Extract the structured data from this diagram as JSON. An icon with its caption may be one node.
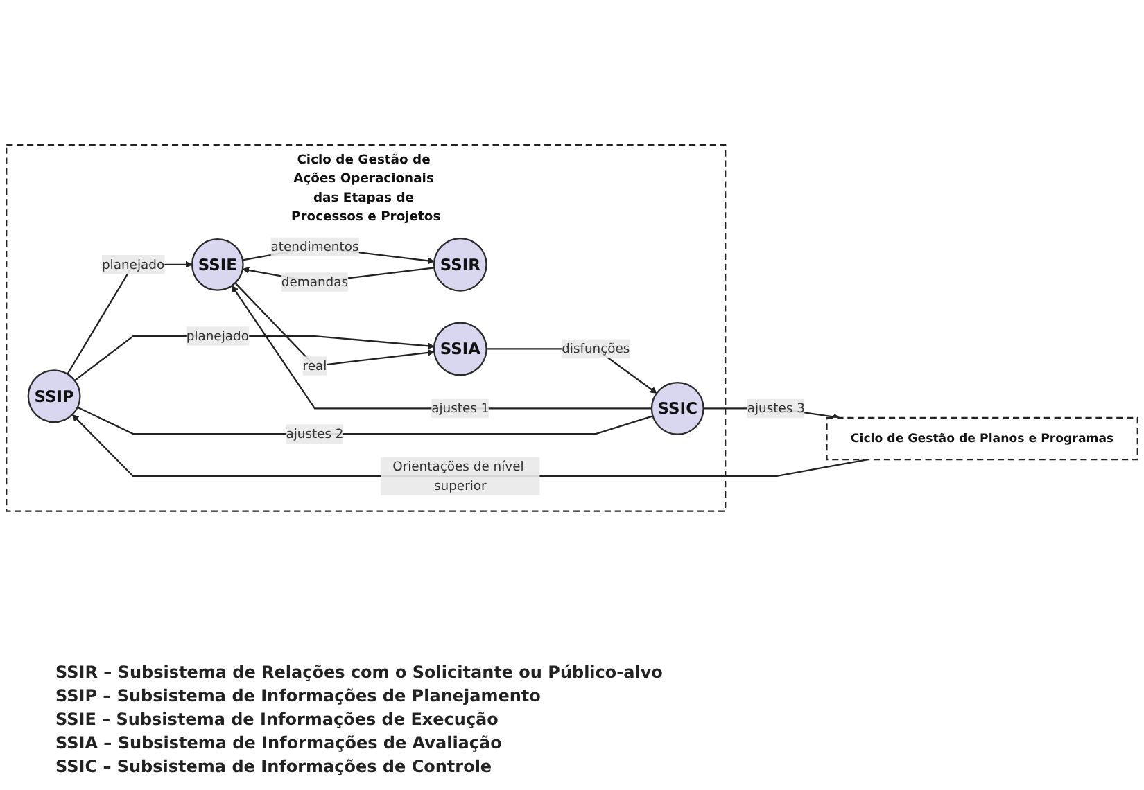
{
  "diagram": {
    "nodes": [
      {
        "text": [
          "Ciclo de Gestão de Ações Operacionais das Etapas de Processos e Projetos"
        ]
      },
      {
        "text": [
          "SSIP"
        ],
        "in": 0
      },
      {
        "text": [
          "SSIR"
        ],
        "in": 0
      },
      {
        "text": [
          "SSIE"
        ],
        "in": 0
      },
      {
        "text": [
          "SSIA"
        ],
        "in": 0
      },
      {
        "text": [
          "SSIC"
        ],
        "in": 0
      },
      {
        "text": [
          "Ciclo de Gestão de Planos e Programas"
        ]
      }
    ],
    "edges": [
      {
        "from": 2,
        "to": 3,
        "arrow": "to",
        "label": "demandas"
      },
      {
        "from": 3,
        "to": 2,
        "arrow": "to",
        "label": "atendimentos"
      },
      {
        "from": 1,
        "to": 3,
        "arrow": "to",
        "label": "planejado"
      },
      {
        "from": 1,
        "to": 4,
        "arrow": "to",
        "label": "planejado"
      },
      {
        "from": 3,
        "to": 4,
        "arrow": "to",
        "label": "real"
      },
      {
        "from": 4,
        "to": 5,
        "arrow": "to",
        "label": "disfunções"
      },
      {
        "from": 5,
        "to": 3,
        "arrow": "to",
        "label": "ajustes 1"
      },
      {
        "from": 5,
        "to": 1,
        "arrow": "none",
        "label": "ajustes 2"
      },
      {
        "from": 5,
        "to": 6,
        "arrow": "to",
        "label": "ajustes 3"
      },
      {
        "from": 6,
        "to": 1,
        "arrow": "to",
        "label": "Orientações de nível superior"
      }
    ],
    "labels": [
      "SSIR – Subsistema de Relações com o Solicitante ou Público-alvo",
      "SSIP – Subsistema de Informações de Planejamento",
      "SSIE – Subsistema de Informações de Execução",
      "SSIA – Subsistema de Informações de Avaliação",
      "SSIC – Subsistema de Informações de Controle"
    ]
  }
}
